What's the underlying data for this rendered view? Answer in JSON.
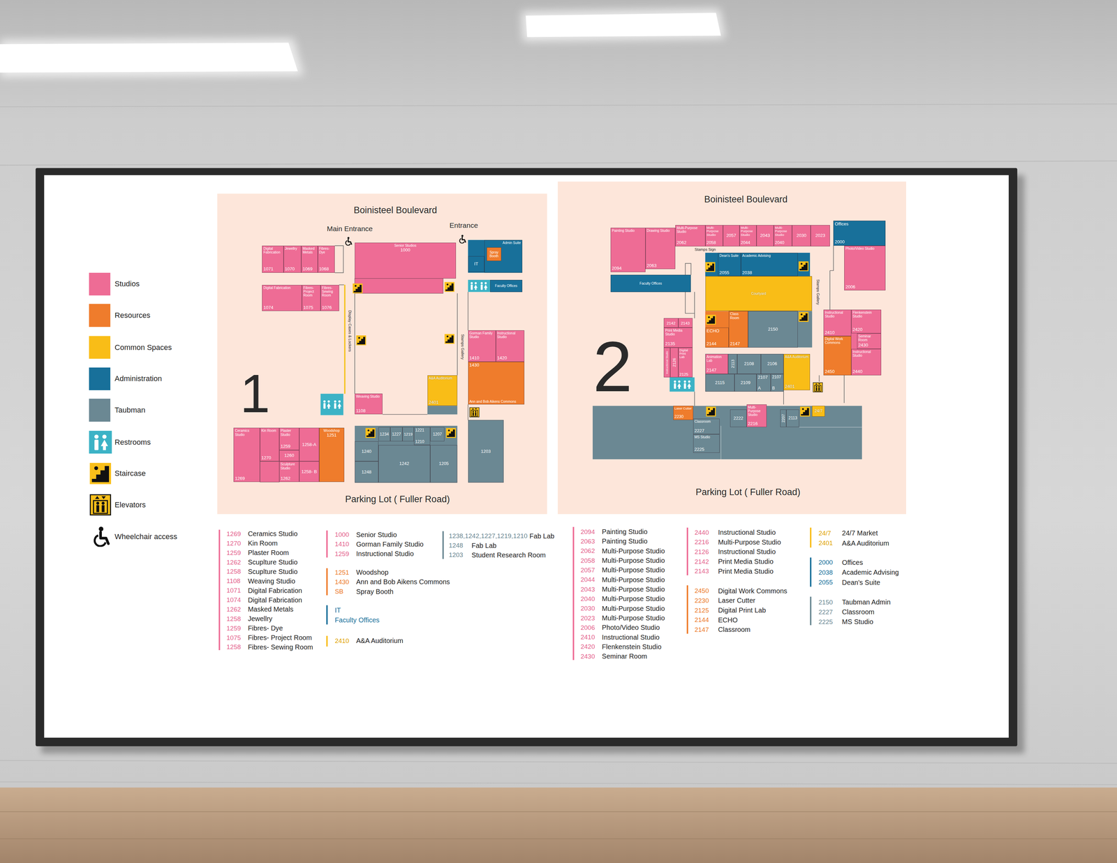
{
  "diagram": {
    "nodes": [
      {
        "text": [
          "Boinisteel Boulevard",
          "Main Entrance",
          "Entrance",
          "Display Cases & Lockers",
          "Stamps Gallery",
          "1",
          "Parking Lot ( Fuller Road)"
        ]
      },
      {
        "text": [
          "Digital Fabrication",
          "1071"
        ],
        "in": 0
      },
      {
        "text": [
          "Jewellry",
          "1070"
        ],
        "in": 0
      },
      {
        "text": [
          "Masked Metals",
          "1069"
        ],
        "in": 0
      },
      {
        "text": [
          "Fibres-Dye",
          "1068"
        ],
        "in": 0
      },
      {
        "text": [
          "Digital Fabrication",
          "1074"
        ],
        "in": 0
      },
      {
        "text": [
          "Fibres-Project Room",
          "1075"
        ],
        "in": 0
      },
      {
        "text": [
          "Fibres-Sewing Room",
          "1076"
        ],
        "in": 0
      },
      {
        "text": [
          "Senior Studios",
          "1000"
        ],
        "in": 0
      },
      {
        "text": [
          "Admin Suite"
        ],
        "in": 0
      },
      {
        "text": [
          "Spray Booth"
        ],
        "in": 9
      },
      {
        "text": [
          "IT"
        ],
        "in": 0
      },
      {
        "text": [
          "Faculty Offices"
        ],
        "in": 0
      },
      {
        "text": [
          "Gorman Family Studio",
          "1410"
        ],
        "in": 0
      },
      {
        "text": [
          "Instructional Studio",
          "1420"
        ],
        "in": 0
      },
      {
        "text": [
          "1430",
          "Ann and Bob Aikens Commons"
        ],
        "in": 0
      },
      {
        "text": [
          "A&A Auditorium",
          "2401"
        ],
        "in": 0
      },
      {
        "text": [
          "Weaving Studio",
          "1108"
        ],
        "in": 0
      },
      {
        "text": [
          "Ceramics Studio",
          "1269"
        ],
        "in": 0
      },
      {
        "text": [
          "Kin Room",
          "1270"
        ],
        "in": 0
      },
      {
        "text": [
          "Plaster Studio",
          "1259"
        ],
        "in": 0
      },
      {
        "text": [
          "1258-A"
        ],
        "in": 0
      },
      {
        "text": [
          "1260"
        ],
        "in": 0
      },
      {
        "text": [
          "Sculpture Studio",
          "1262"
        ],
        "in": 0
      },
      {
        "text": [
          "1258- B"
        ],
        "in": 0
      },
      {
        "text": [
          "Woodshop",
          "1251"
        ],
        "in": 0
      },
      {
        "text": [
          "1234"
        ],
        "in": 0
      },
      {
        "text": [
          "1227"
        ],
        "in": 0
      },
      {
        "text": [
          "1219"
        ],
        "in": 0
      },
      {
        "text": [
          "1221",
          "1210"
        ],
        "in": 0
      },
      {
        "text": [
          "1207"
        ],
        "in": 0
      },
      {
        "text": [
          "1240"
        ],
        "in": 0
      },
      {
        "text": [
          "1248"
        ],
        "in": 0
      },
      {
        "text": [
          "1242"
        ],
        "in": 0
      },
      {
        "text": [
          "1205"
        ],
        "in": 0
      },
      {
        "text": [
          "1203"
        ],
        "in": 0
      },
      {
        "text": [
          "Boinisteel Boulevard",
          "Stamps Sign",
          "Stamps Gallery",
          "2",
          "Parking Lot ( Fuller Road)"
        ]
      },
      {
        "text": [
          "Painting Studio",
          "2094"
        ],
        "in": 36
      },
      {
        "text": [
          "Drawing Studio",
          "2063"
        ],
        "in": 36
      },
      {
        "text": [
          "Multi-Purpose Studio",
          "2062"
        ],
        "in": 36
      },
      {
        "text": [
          "Multi-Purpose Studio",
          "2058"
        ],
        "in": 36
      },
      {
        "text": [
          "2057"
        ],
        "in": 36
      },
      {
        "text": [
          "Multi-Purpose Studio",
          "2044"
        ],
        "in": 36
      },
      {
        "text": [
          "2043"
        ],
        "in": 36
      },
      {
        "text": [
          "Multi-Purpose Studio",
          "2040"
        ],
        "in": 36
      },
      {
        "text": [
          "2030"
        ],
        "in": 36
      },
      {
        "text": [
          "2023"
        ],
        "in": 36
      },
      {
        "text": [
          "Offices",
          "2000"
        ],
        "in": 36
      },
      {
        "text": [
          "Photo/Video Studio",
          "2006"
        ],
        "in": 36
      },
      {
        "text": [
          "Faculty Offices"
        ],
        "in": 36
      },
      {
        "text": [
          "Dean's Suite",
          "2055"
        ],
        "in": 36
      },
      {
        "text": [
          "Academic Advising",
          "2038"
        ],
        "in": 36
      },
      {
        "text": [
          "Courtyard"
        ],
        "in": 36
      },
      {
        "text": [
          "ECHO",
          "2144"
        ],
        "in": 36
      },
      {
        "text": [
          "Class Room",
          "2147"
        ],
        "in": 36
      },
      {
        "text": [
          "2150"
        ],
        "in": 36
      },
      {
        "text": [
          "Instructional Studio",
          "2410"
        ],
        "in": 36
      },
      {
        "text": [
          "Flenkenstein Studio",
          "2420"
        ],
        "in": 36
      },
      {
        "text": [
          "Seminar Room",
          "2430"
        ],
        "in": 36
      },
      {
        "text": [
          "Digital Work Commons",
          "2450"
        ],
        "in": 36
      },
      {
        "text": [
          "Instructional Studio",
          "2440"
        ],
        "in": 36
      },
      {
        "text": [
          "2142"
        ],
        "in": 36
      },
      {
        "text": [
          "2143"
        ],
        "in": 36
      },
      {
        "text": [
          "Print Media Studio",
          "2135"
        ],
        "in": 36
      },
      {
        "text": [
          "Instructional Studio"
        ],
        "in": 36
      },
      {
        "text": [
          "2126"
        ],
        "in": 36
      },
      {
        "text": [
          "Digital Print Lab",
          "2125"
        ],
        "in": 36
      },
      {
        "text": [
          "Animation Lab",
          "2147"
        ],
        "in": 36
      },
      {
        "text": [
          "2113"
        ],
        "in": 36
      },
      {
        "text": [
          "2108"
        ],
        "in": 36
      },
      {
        "text": [
          "2106"
        ],
        "in": 36
      },
      {
        "text": [
          "2115"
        ],
        "in": 36
      },
      {
        "text": [
          "2109"
        ],
        "in": 36
      },
      {
        "text": [
          "2107",
          "A"
        ],
        "in": 36
      },
      {
        "text": [
          "2107",
          "B"
        ],
        "in": 36
      },
      {
        "text": [
          "A&A Auditorium",
          "2401"
        ],
        "in": 36
      },
      {
        "text": [
          "Laser Cutter",
          "2230"
        ],
        "in": 36
      },
      {
        "text": [
          "Classroom",
          "2227"
        ],
        "in": 36
      },
      {
        "text": [
          "MS Studio",
          "2225"
        ],
        "in": 36
      },
      {
        "text": [
          "2222"
        ],
        "in": 36
      },
      {
        "text": [
          "Multi-Purpose Studio",
          "2216"
        ],
        "in": 36
      },
      {
        "text": [
          "2207"
        ],
        "in": 36
      },
      {
        "text": [
          "2113"
        ],
        "in": 36
      },
      {
        "text": [
          "24/7"
        ],
        "in": 36
      }
    ],
    "labels": [
      "1269",
      "Ceramics Studio",
      "1270",
      "Kin Room",
      "1259",
      "Plaster Room",
      "1262",
      "Scuplture Studio",
      "1258",
      "Scuplture Studio",
      "1108",
      "Weaving Studio",
      "1071",
      "Digital Fabrication",
      "1074",
      "Digital Fabrication",
      "1262",
      "Masked Metals",
      "1258",
      "Jewellry",
      "1259",
      "Fibres- Dye",
      "1075",
      "Fibres- Project Room",
      "1258",
      "Fibres- Sewing Room",
      "1000",
      "Senior Studio",
      "1410",
      "Gorman Family Studio",
      "1259",
      "Instructional Studio",
      "1251",
      "Woodshop",
      "1430",
      "Ann and Bob Aikens Commons",
      "SB",
      "Spray Booth",
      "IT",
      "Faculty Offices",
      "2410",
      "A&A Auditorium",
      "1238,1242,1227,1219,1210",
      "Fab Lab",
      "1248",
      "Fab Lab",
      "1203",
      "Student Research Room",
      "2094",
      "Painting Studio",
      "2063",
      "Painting Studio",
      "2062",
      "Multi-Purpose Studio",
      "2058",
      "Multi-Purpose Studio",
      "2057",
      "Multi-Purpose Studio",
      "2044",
      "Multi-Purpose Studio",
      "2043",
      "Multi-Purpose Studio",
      "2040",
      "Multi-Purpose Studio",
      "2030",
      "Multi-Purpose Studio",
      "2023",
      "Multi-Purpose Studio",
      "2006",
      "Photo/Video Studio",
      "2410",
      "Instructional Studio",
      "2420",
      "Flenkenstein Studio",
      "2430",
      "Seminar Room",
      "2440",
      "Instructional Studio",
      "2216",
      "Multi-Purpose Studio",
      "2126",
      "Instructional Studio",
      "2142",
      "Print Media Studio",
      "2143",
      "Print Media Studio",
      "2450",
      "Digital Work Commons",
      "2230",
      "Laser Cutter",
      "2125",
      "Digital Print Lab",
      "2144",
      "ECHO",
      "2147",
      "Classroom",
      "24/7",
      "24/7 Market",
      "2401",
      "A&A Auditorium",
      "2000",
      "Offices",
      "2038",
      "Academic Advising",
      "2055",
      "Dean's Suite",
      "2150",
      "Taubman Admin",
      "2227",
      "Classroom",
      "2225",
      "MS Studio"
    ],
    "legend": [
      {
        "text": "Studios",
        "color": "#ee6c95"
      },
      {
        "text": "Resources",
        "color": "#ef7c2c"
      },
      {
        "text": "Common Spaces",
        "color": "#f9bd17"
      },
      {
        "text": "Administration",
        "color": "#18709a"
      },
      {
        "text": "Taubman",
        "color": "#6b8893"
      },
      {
        "text": "Restrooms"
      },
      {
        "text": "Staircase"
      },
      {
        "text": "Elevators"
      },
      {
        "text": "Wheelchair access"
      }
    ]
  }
}
